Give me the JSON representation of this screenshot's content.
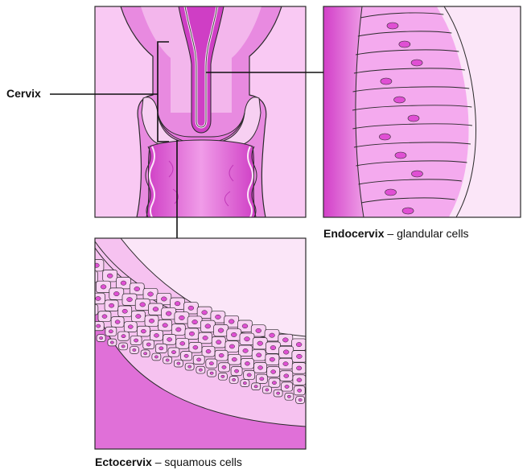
{
  "labels": {
    "cervix": "Cervix",
    "endocervix": {
      "term": "Endocervix",
      "sep": " – ",
      "desc": "glandular cells"
    },
    "ectocervix": {
      "term": "Ectocervix",
      "sep": " – ",
      "desc": "squamous cells"
    }
  },
  "colors": {
    "background": "#ffffff",
    "tissue_light": "#f6c6f0",
    "tissue_mid": "#e98ae0",
    "tissue_dark": "#d23fc8",
    "lumen": "#fbe6f8",
    "nucleus": "#e04fd4",
    "outline": "#2a2a2a"
  }
}
